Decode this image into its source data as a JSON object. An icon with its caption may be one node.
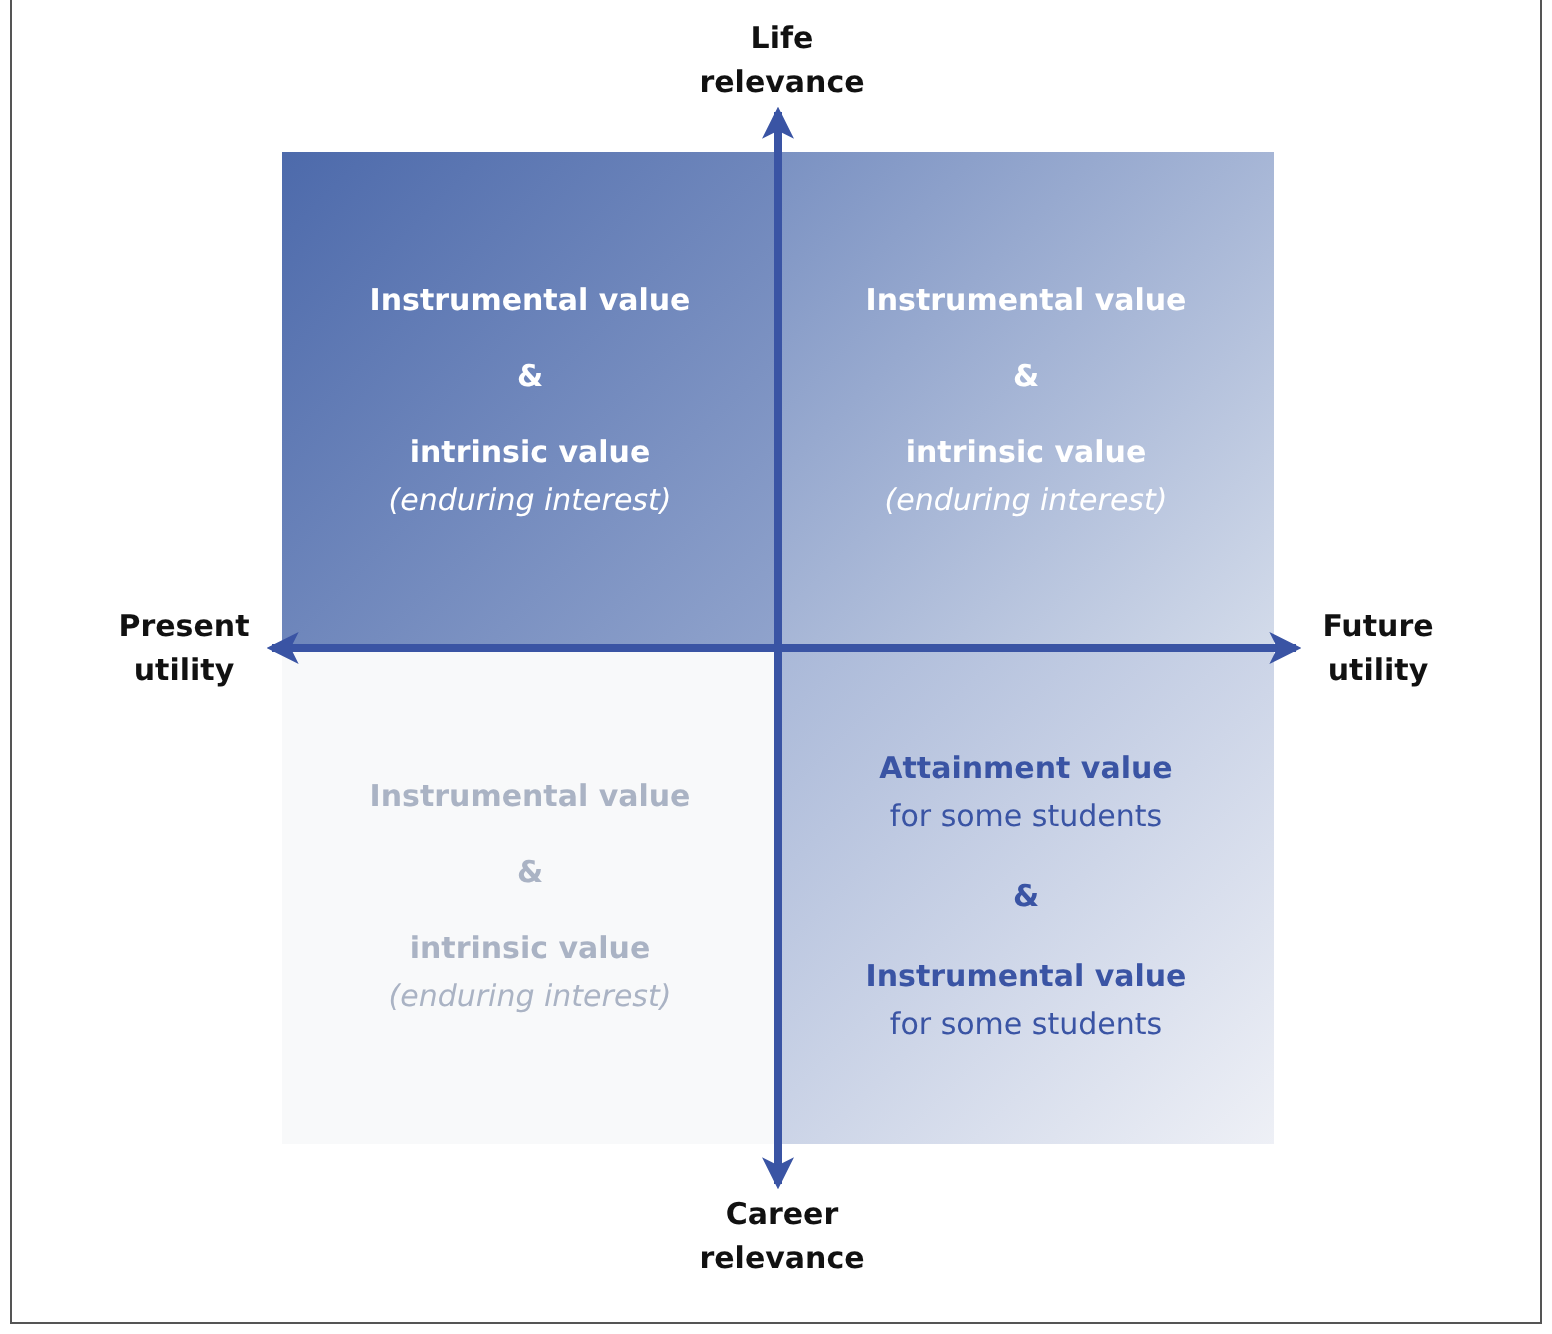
{
  "diagram": {
    "nodes": [
      {
        "text": [
          "Life relevance"
        ]
      },
      {
        "text": [
          "Instrumental value",
          "&",
          "intrinsic value",
          "(enduring interest)"
        ]
      },
      {
        "text": [
          "Instrumental value",
          "&",
          "intrinsic value",
          "(enduring interest)"
        ]
      },
      {
        "text": [
          "Present utility"
        ]
      },
      {
        "text": [
          "Future utility"
        ]
      },
      {
        "text": [
          "Instrumental value",
          "&",
          "intrinsic value",
          "(enduring interest)"
        ]
      },
      {
        "text": [
          "Attainment value",
          "for some students",
          "&",
          "Instrumental value",
          "for some students"
        ]
      },
      {
        "text": [
          "Career relevance"
        ]
      }
    ],
    "edges": [
      {
        "from": 3,
        "to": 4,
        "arrow": "both"
      },
      {
        "from": 7,
        "to": 0,
        "arrow": "both"
      }
    ]
  }
}
